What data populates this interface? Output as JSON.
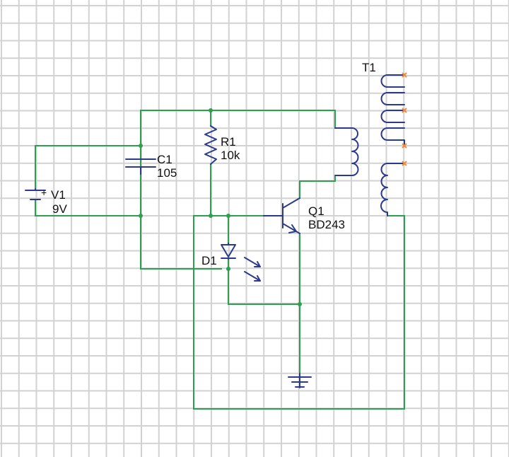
{
  "components": {
    "V1": {
      "ref": "V1",
      "value": "9V",
      "plus": "+"
    },
    "C1": {
      "ref": "C1",
      "value": "105"
    },
    "R1": {
      "ref": "R1",
      "value": "10k"
    },
    "Q1": {
      "ref": "Q1",
      "value": "BD243"
    },
    "D1": {
      "ref": "D1"
    },
    "T1": {
      "ref": "T1"
    }
  },
  "colors": {
    "wire": "#2e9e4f",
    "component": "#2b3a8f",
    "pin_marker": "#f08a3c",
    "grid": "#d2d2d2",
    "background": "#ffffff"
  }
}
